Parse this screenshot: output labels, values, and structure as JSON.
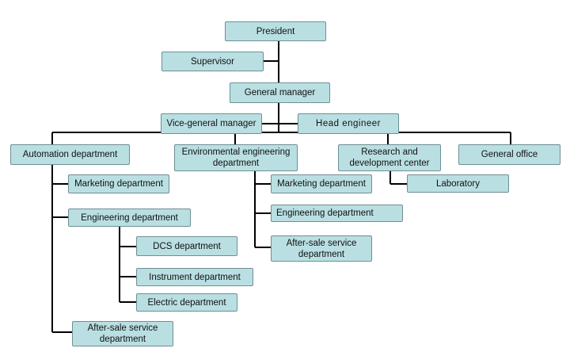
{
  "org": {
    "president": "President",
    "supervisor": "Supervisor",
    "general_manager": "General manager",
    "vice_general_manager": "Vice-general manager",
    "head_engineer": "Head engineer",
    "automation_department": "Automation department",
    "automation_children": {
      "marketing": "Marketing department",
      "engineering": "Engineering department",
      "engineering_children": {
        "dcs": "DCS department",
        "instrument": "Instrument department",
        "electric": "Electric department"
      },
      "after_sale": "After-sale service\ndepartment"
    },
    "environmental_engineering_department": "Environmental engineering\ndepartment",
    "environmental_children": {
      "marketing": "Marketing department",
      "engineering": "Engineering    department",
      "after_sale": "After-sale service\ndepartment"
    },
    "research_center": "Research and\ndevelopment center",
    "research_children": {
      "laboratory": "Laboratory"
    },
    "general_office": "General office"
  },
  "colors": {
    "box_fill": "#b9dfe2",
    "box_border": "#6f8f93",
    "line": "#000000"
  }
}
